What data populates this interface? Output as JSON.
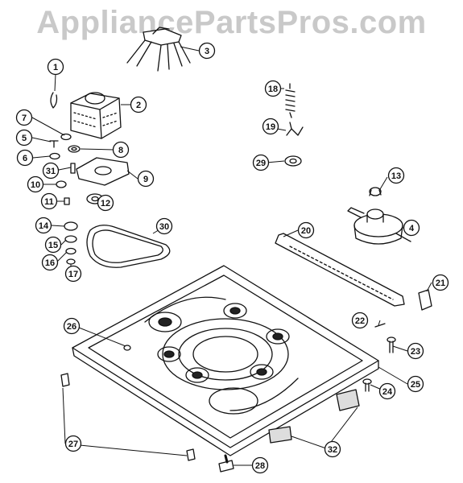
{
  "watermark": "AppliancePartsPros.com",
  "callouts": [
    "1",
    "2",
    "3",
    "4",
    "5",
    "6",
    "7",
    "8",
    "9",
    "10",
    "11",
    "12",
    "13",
    "14",
    "15",
    "16",
    "17",
    "18",
    "19",
    "20",
    "21",
    "22",
    "23",
    "24",
    "25",
    "26",
    "27",
    "28",
    "29",
    "30",
    "31",
    "32"
  ],
  "colors": {
    "ink": "#111111",
    "paper": "#ffffff",
    "watermark": "#c9c9c9"
  }
}
